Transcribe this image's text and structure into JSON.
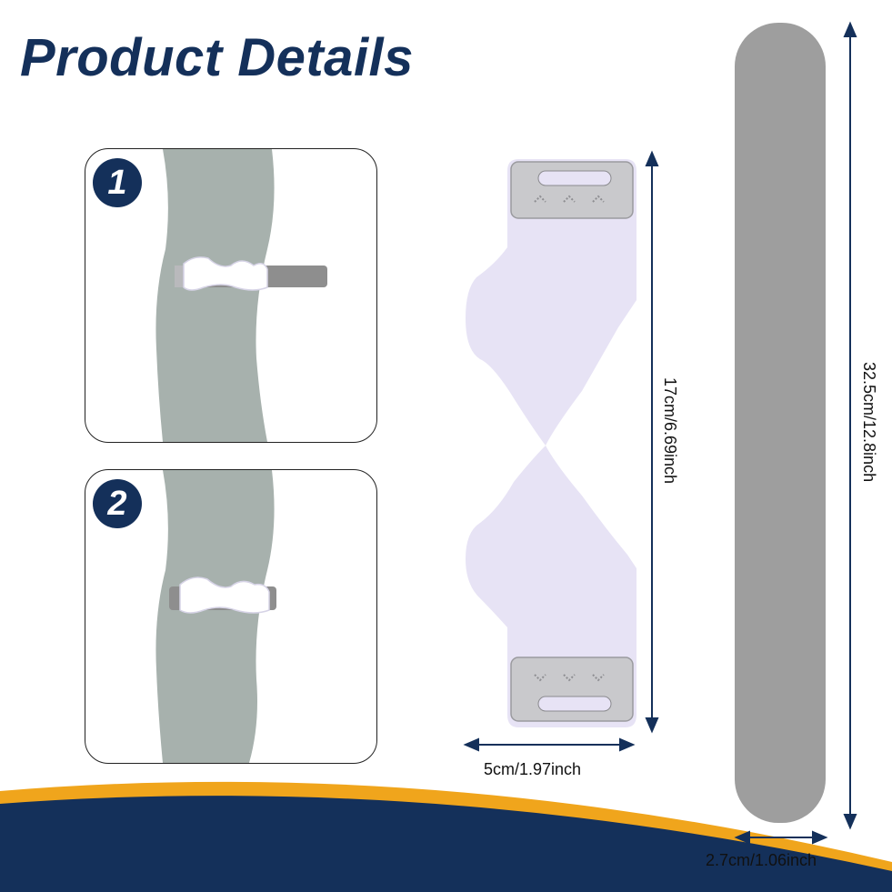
{
  "title": "Product Details",
  "steps": [
    {
      "number": "1"
    },
    {
      "number": "2"
    }
  ],
  "dimensions": {
    "strap_length": "17cm/6.69inch",
    "strap_width": "5cm/1.97inch",
    "band_length": "32.5cm/12.8inch",
    "band_width": "2.7cm/1.06inch"
  },
  "colors": {
    "navy": "#14305a",
    "gold": "#f0a51c",
    "leg": "#a7b1ad",
    "strap": "#e7e3f5",
    "band": "#9e9e9e"
  }
}
